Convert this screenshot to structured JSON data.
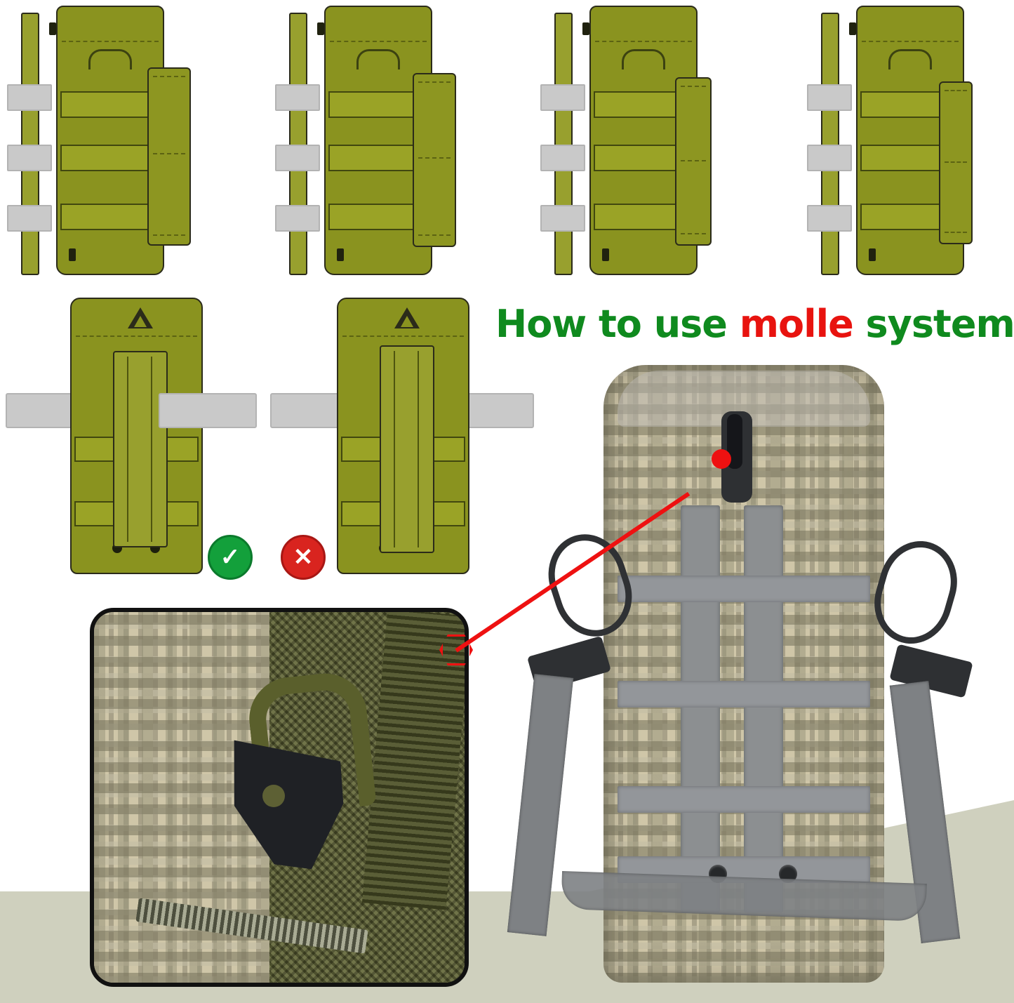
{
  "headline": {
    "part1": "How to use ",
    "part2": "molle",
    "part3": " system",
    "color_green": "#0f8a1e",
    "color_red": "#e8130f"
  },
  "diagram": {
    "title_alt": "MOLLE attachment step sequence",
    "steps": [
      {
        "id": "step-1",
        "caption": ""
      },
      {
        "id": "step-2",
        "caption": ""
      },
      {
        "id": "step-3",
        "caption": ""
      },
      {
        "id": "step-4",
        "caption": ""
      },
      {
        "id": "step-5-correct",
        "caption": ""
      },
      {
        "id": "step-6-incorrect",
        "caption": ""
      }
    ],
    "badges": {
      "correct_glyph": "✓",
      "correct_color": "#13a03b",
      "incorrect_glyph": "✕",
      "incorrect_color": "#d9241f"
    }
  },
  "product": {
    "name_alt": "Camouflage tactical water bottle pouch",
    "colors": {
      "pouch_olive": "#8a931f",
      "webbing_gray": "#c9c9c9",
      "camo_base": "#cfc6a8",
      "hardware_black": "#2e3033",
      "strap_gray": "#8c8f91",
      "pointer_red": "#ee1111",
      "ground": "#cfd0be"
    }
  },
  "closeup": {
    "label_alt": "Close-up of snap hook attached to webbing loop"
  }
}
